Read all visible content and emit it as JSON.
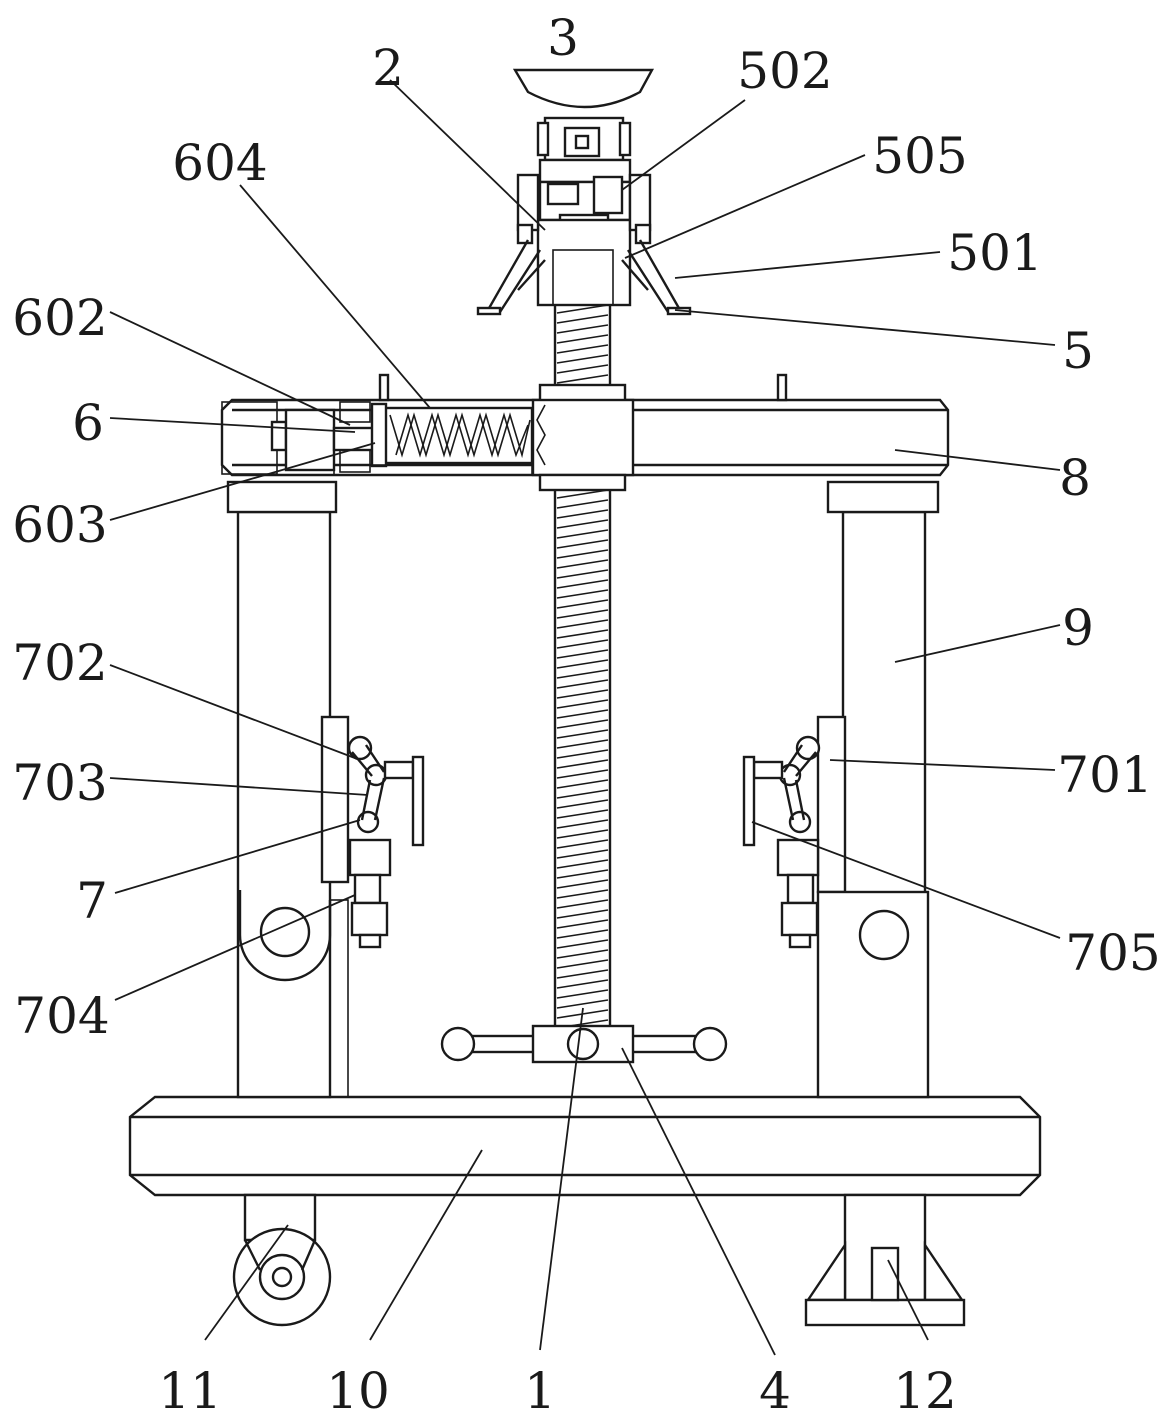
{
  "labels": {
    "l1": "1",
    "l2": "2",
    "l3": "3",
    "l4": "4",
    "l5": "5",
    "l6": "6",
    "l7": "7",
    "l8": "8",
    "l9": "9",
    "l10": "10",
    "l11": "11",
    "l12": "12",
    "l501": "501",
    "l502": "502",
    "l505": "505",
    "l602": "602",
    "l603": "603",
    "l604": "604",
    "l701": "701",
    "l702": "702",
    "l703": "703",
    "l704": "704",
    "l705": "705"
  }
}
